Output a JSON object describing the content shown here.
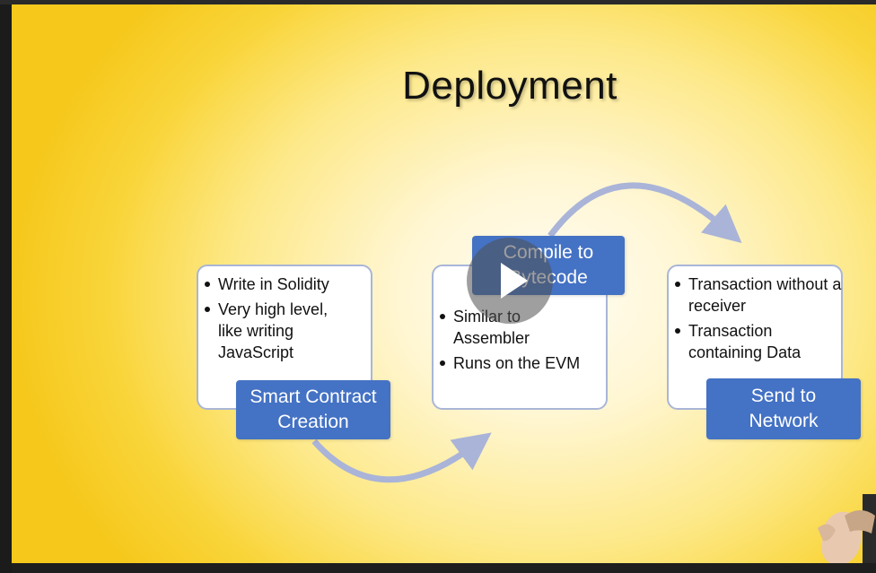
{
  "slide": {
    "title": "Deployment",
    "steps": [
      {
        "label_line1": "Smart Contract",
        "label_line2": "Creation",
        "bullets": [
          "Write in Solidity",
          "Very high level, like writing JavaScript"
        ]
      },
      {
        "label_line1": "Compile to",
        "label_line2": "Bytecode",
        "bullets": [
          "Similar to Assembler",
          "Runs on the EVM"
        ]
      },
      {
        "label_line1": "Send to",
        "label_line2": "Network",
        "bullets": [
          "Transaction without a receiver",
          "Transaction containing Data"
        ]
      }
    ]
  },
  "colors": {
    "label_fill": "#4472c4",
    "card_border": "#a9b6d6",
    "arrow": "#aab4d8",
    "background_center": "#fffdf6",
    "background_edge": "#f6c81c"
  },
  "icons": {
    "play": "play-icon",
    "arrow": "curved-arrow-icon"
  }
}
